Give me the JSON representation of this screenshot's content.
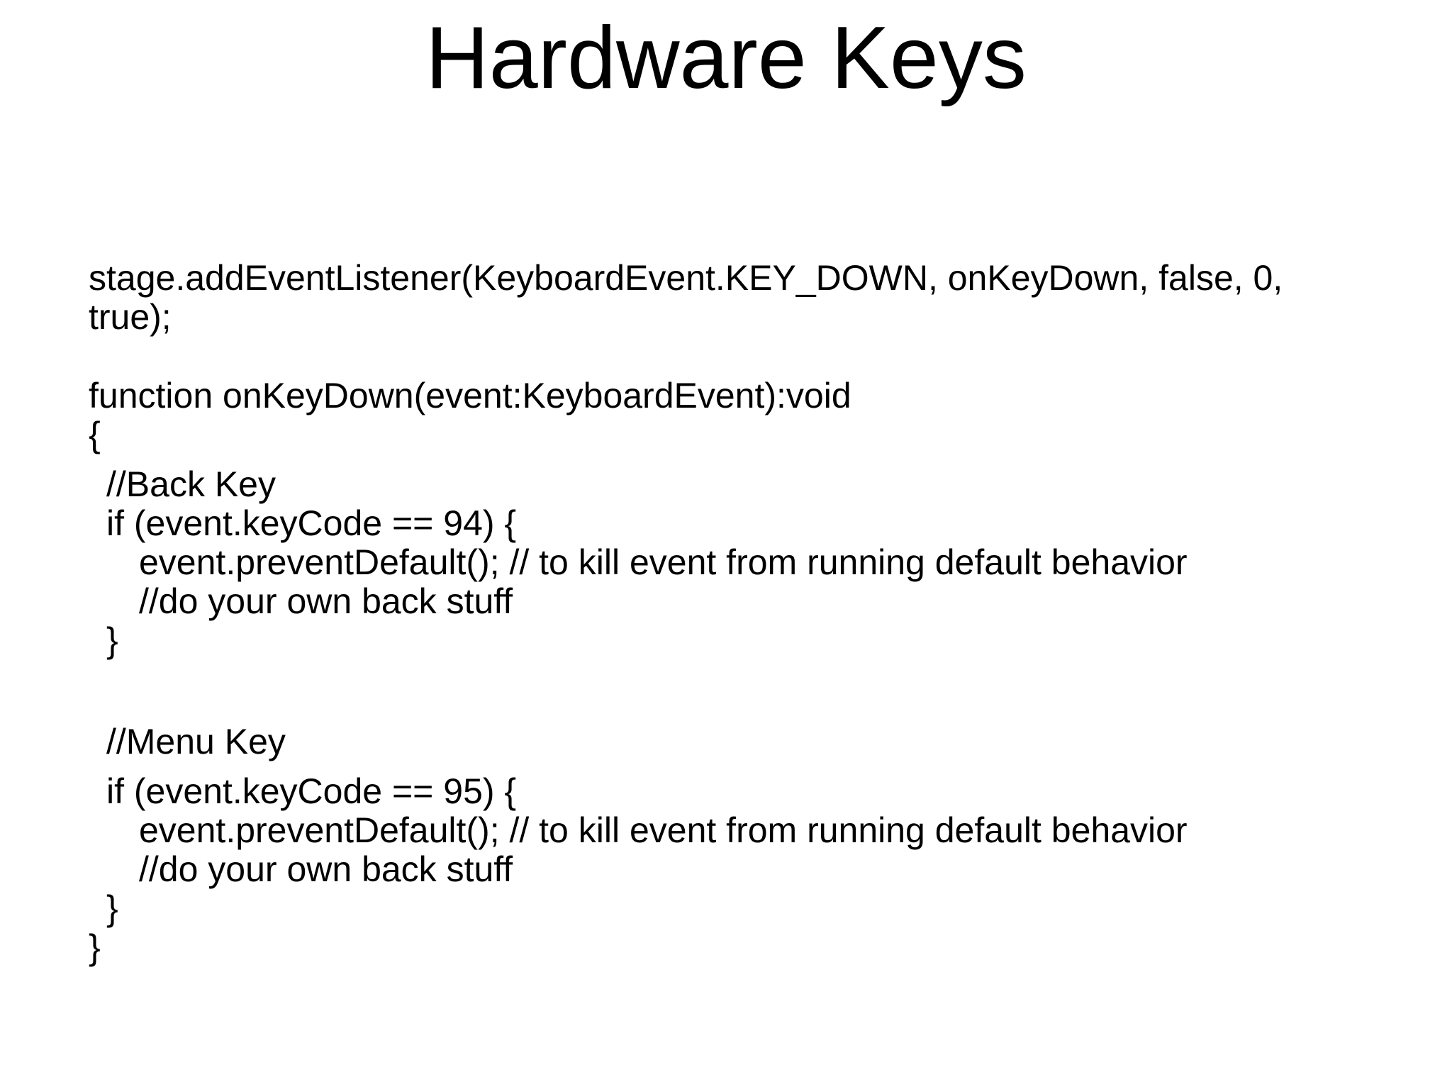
{
  "slide": {
    "title": "Hardware Keys",
    "background_color": "#ffffff",
    "text_color": "#000000"
  },
  "code": {
    "lines": [
      {
        "text": "stage.addEventListener(KeyboardEvent.KEY_DOWN, onKeyDown, false, 0,",
        "indent": 0,
        "mt": 0
      },
      {
        "text": "true);",
        "indent": 0,
        "mt": 0
      },
      {
        "text": "function onKeyDown(event:KeyboardEvent):void",
        "indent": 0,
        "mt": 56
      },
      {
        "text": "{",
        "indent": 0,
        "mt": 0
      },
      {
        "text": "//Back Key",
        "indent": 1,
        "mt": 15
      },
      {
        "text": "if (event.keyCode == 94) {",
        "indent": 1,
        "mt": 0
      },
      {
        "text": "event.preventDefault(); // to kill event from running default behavior",
        "indent": 2,
        "mt": 0
      },
      {
        "text": "//do your own back stuff",
        "indent": 2,
        "mt": 0
      },
      {
        "text": "}",
        "indent": 1,
        "mt": 0
      },
      {
        "text": "//Menu Key",
        "indent": 1,
        "mt": 88
      },
      {
        "text": "if (event.keyCode == 95) {",
        "indent": 1,
        "mt": 15
      },
      {
        "text": "event.preventDefault(); // to kill event from running default behavior",
        "indent": 2,
        "mt": 0
      },
      {
        "text": "//do your own back stuff",
        "indent": 2,
        "mt": 0
      },
      {
        "text": "}",
        "indent": 1,
        "mt": 0
      },
      {
        "text": "}",
        "indent": 0,
        "mt": 0
      }
    ]
  }
}
